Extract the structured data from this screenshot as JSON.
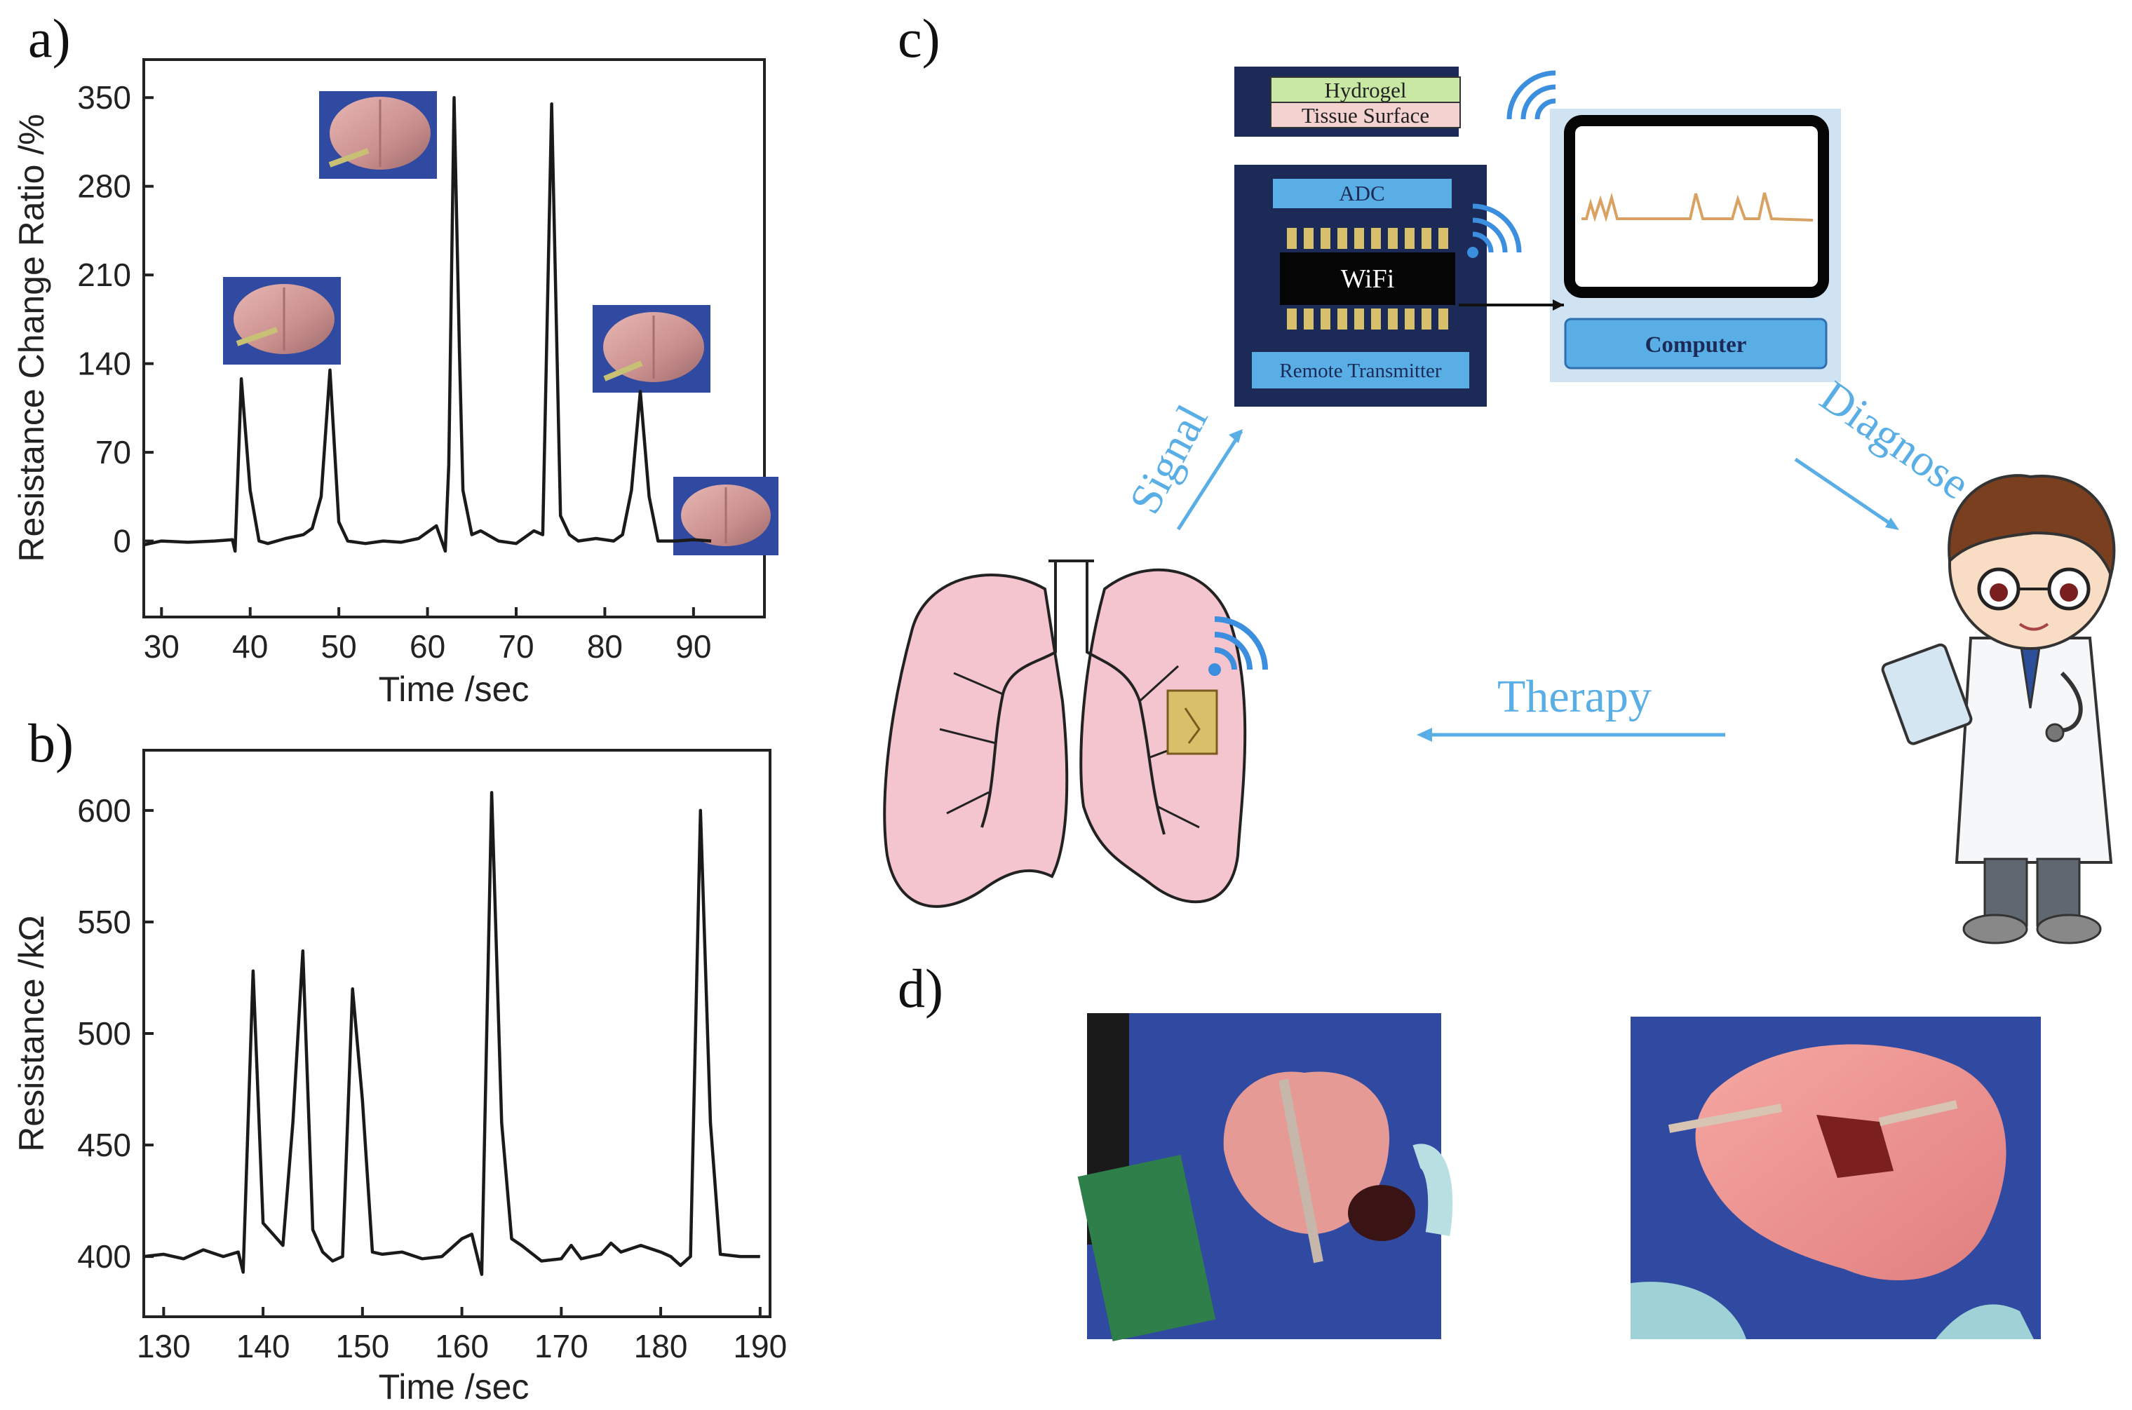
{
  "panels": {
    "a": "a)",
    "b": "b)",
    "c": "c)",
    "d": "d)"
  },
  "chart_data": [
    {
      "type": "line",
      "panel": "a)",
      "title": "",
      "xlabel": "Time /sec",
      "ylabel": "Resistance Change Ratio /%",
      "xlim": [
        28,
        98
      ],
      "ylim": [
        -60,
        380
      ],
      "xticks": [
        30,
        40,
        50,
        60,
        70,
        80,
        90
      ],
      "yticks": [
        0,
        70,
        140,
        210,
        280,
        350
      ],
      "grid": false,
      "series": [
        {
          "color": "#1a1a1a",
          "x": [
            28,
            30,
            33,
            36,
            38,
            38.3,
            39,
            40,
            41,
            42,
            44,
            46,
            47,
            48,
            49,
            50,
            51,
            53,
            55,
            57,
            59,
            61,
            62,
            62.4,
            63,
            63.6,
            64,
            65,
            66,
            68,
            70,
            72,
            73,
            74,
            75,
            76,
            77,
            79,
            81,
            82,
            83,
            84,
            85,
            86,
            88,
            90,
            92
          ],
          "y": [
            -3,
            0,
            -1,
            0,
            1,
            -8,
            128,
            40,
            0,
            -2,
            2,
            5,
            10,
            35,
            135,
            15,
            0,
            -2,
            0,
            -1,
            2,
            12,
            -8,
            60,
            350,
            150,
            40,
            5,
            8,
            0,
            -2,
            8,
            5,
            345,
            20,
            5,
            0,
            2,
            0,
            5,
            40,
            118,
            35,
            0,
            0,
            1,
            0
          ]
        }
      ]
    },
    {
      "type": "line",
      "panel": "b)",
      "title": "",
      "xlabel": "Time /sec",
      "ylabel": "Resistance /kΩ",
      "xlim": [
        128,
        191
      ],
      "ylim": [
        373,
        627
      ],
      "xticks": [
        130,
        140,
        150,
        160,
        170,
        180,
        190
      ],
      "yticks": [
        400,
        450,
        500,
        550,
        600
      ],
      "grid": false,
      "series": [
        {
          "color": "#1a1a1a",
          "x": [
            128,
            130,
            132,
            134,
            136,
            137.5,
            138,
            139,
            140,
            141,
            142,
            143,
            144,
            145,
            146,
            147,
            148,
            149,
            150,
            151,
            152,
            154,
            156,
            158,
            160,
            161,
            162,
            163,
            164,
            165,
            166,
            168,
            170,
            171,
            172,
            174,
            175,
            176,
            178,
            180,
            181,
            182,
            183,
            184,
            185,
            186,
            188,
            190
          ],
          "y": [
            400,
            401,
            399,
            403,
            400,
            402,
            393,
            528,
            415,
            410,
            405,
            460,
            537,
            412,
            402,
            398,
            400,
            520,
            470,
            402,
            401,
            402,
            399,
            400,
            408,
            410,
            392,
            608,
            460,
            408,
            405,
            398,
            399,
            405,
            399,
            401,
            406,
            402,
            405,
            402,
            400,
            396,
            400,
            600,
            460,
            401,
            400,
            400
          ]
        }
      ]
    }
  ],
  "diagram": {
    "hydrogel": "Hydrogel",
    "tissue_surface": "Tissue Surface",
    "adc": "ADC",
    "wifi": "WiFi",
    "remote_transmitter": "Remote Transmitter",
    "computer": "Computer",
    "signal": "Signal",
    "diagnose": "Diagnose",
    "therapy": "Therapy"
  },
  "colors": {
    "accent_blue": "#5aaee6",
    "device_navy": "#1c2a57",
    "chip_gold": "#d8c06a",
    "lung_pink": "#f4c5cf",
    "screen_trace": "#d9a262",
    "photo_blue": "#2f4aa0"
  }
}
